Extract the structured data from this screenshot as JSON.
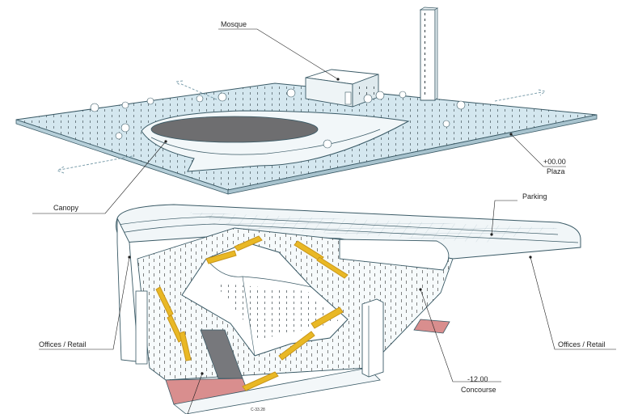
{
  "labels": {
    "mosque": "Mosque",
    "canopy": "Canopy",
    "plaza_level": "+00.00",
    "plaza": "Plaza",
    "parking": "Parking",
    "offices_retail_left": "Offices / Retail",
    "offices_retail_right": "Offices / Retail",
    "concourse_level": "-12.00",
    "concourse": "Concourse",
    "lower_level": "C-33.28"
  },
  "colors": {
    "plaza_fill": "#d4e7ef",
    "line": "#3a5a66",
    "pool": "#6e6e70",
    "escalator": "#e9b825",
    "platform_red": "#d98e8e",
    "platform_gray": "#77787c"
  }
}
